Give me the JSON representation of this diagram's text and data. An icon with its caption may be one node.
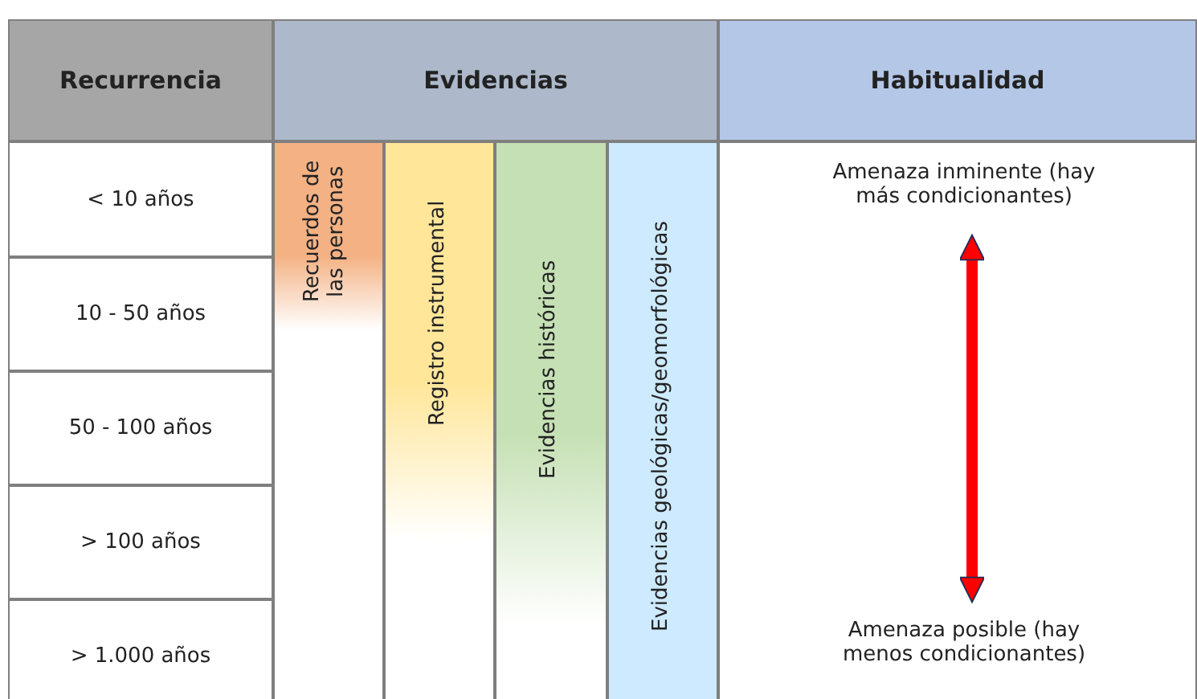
{
  "diagram": {
    "nodes": [
      {
        "text": [
          "Recurrencia"
        ]
      },
      {
        "text": [
          "Evidencias"
        ]
      },
      {
        "text": [
          "Habitualidad"
        ]
      },
      {
        "text": [
          "< 10 años"
        ]
      },
      {
        "text": [
          "10 - 50 años"
        ]
      },
      {
        "text": [
          "50 - 100 años"
        ]
      },
      {
        "text": [
          "> 100 años"
        ]
      },
      {
        "text": [
          "> 1.000 años"
        ]
      },
      {
        "text": [
          "Recuerdos de las personas"
        ]
      },
      {
        "text": [
          "Registro instrumental"
        ]
      },
      {
        "text": [
          "Evidencias históricas"
        ]
      },
      {
        "text": [
          "Evidencias geológicas/geomorfológicas"
        ]
      },
      {
        "text": [
          "Amenaza inminente (hay más condicionantes)"
        ]
      },
      {
        "text": [
          "Amenaza posible (hay menos condicionantes)"
        ]
      }
    ],
    "edges": [
      {
        "from": 12,
        "to": 13,
        "arrow": "both",
        "color": "#ff0000"
      }
    ]
  }
}
